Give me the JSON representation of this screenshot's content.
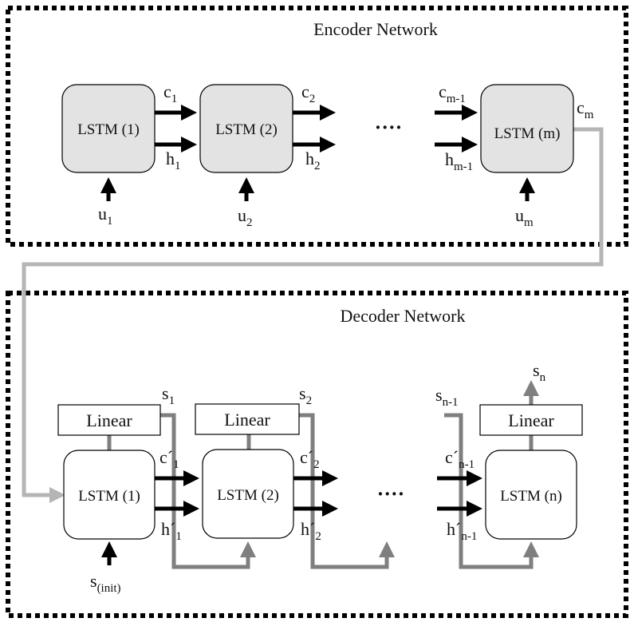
{
  "encoder": {
    "title": "Encoder Network",
    "cells": [
      "LSTM (1)",
      "LSTM (2)",
      "LSTM (m)"
    ],
    "ellipsis": "····",
    "inputs": [
      {
        "base": "u",
        "sub": "1"
      },
      {
        "base": "u",
        "sub": "2"
      },
      {
        "base": "u",
        "sub": "m"
      }
    ],
    "states": {
      "c1": {
        "base": "c",
        "sub": "1"
      },
      "h1": {
        "base": "h",
        "sub": "1"
      },
      "c2": {
        "base": "c",
        "sub": "2"
      },
      "h2": {
        "base": "h",
        "sub": "2"
      },
      "cm1": {
        "base": "c",
        "sub": "m-1"
      },
      "hm1": {
        "base": "h",
        "sub": "m-1"
      },
      "cm": {
        "base": "c",
        "sub": "m"
      }
    }
  },
  "decoder": {
    "title": "Decoder Network",
    "cells": [
      "LSTM (1)",
      "LSTM (2)",
      "LSTM (n)"
    ],
    "linear_label": "Linear",
    "ellipsis": "····",
    "init_input": {
      "base": "s",
      "sub": "(init)"
    },
    "outputs": {
      "s1": {
        "base": "s",
        "sub": "1"
      },
      "s2": {
        "base": "s",
        "sub": "2"
      },
      "sn1": {
        "base": "s",
        "sub": "n-1"
      },
      "sn": {
        "base": "s",
        "sub": "n"
      }
    },
    "states": {
      "c1": {
        "base": "c",
        "prime": "´",
        "sub": "1"
      },
      "h1": {
        "base": "h",
        "prime": "´",
        "sub": "1"
      },
      "c2": {
        "base": "c",
        "prime": "´",
        "sub": "2"
      },
      "h2": {
        "base": "h",
        "prime": "´",
        "sub": "2"
      },
      "cn1": {
        "base": "c",
        "prime": "´",
        "sub": "n-1"
      },
      "hn1": {
        "base": "h",
        "prime": "´",
        "sub": "n-1"
      }
    }
  },
  "colors": {
    "encoder_cell_fill": "#e3e3e3",
    "decoder_cell_fill": "#ffffff",
    "connector_gray": "#b5b5b5",
    "feedback_gray": "#7f7f7f",
    "arrow_black": "#000000"
  }
}
